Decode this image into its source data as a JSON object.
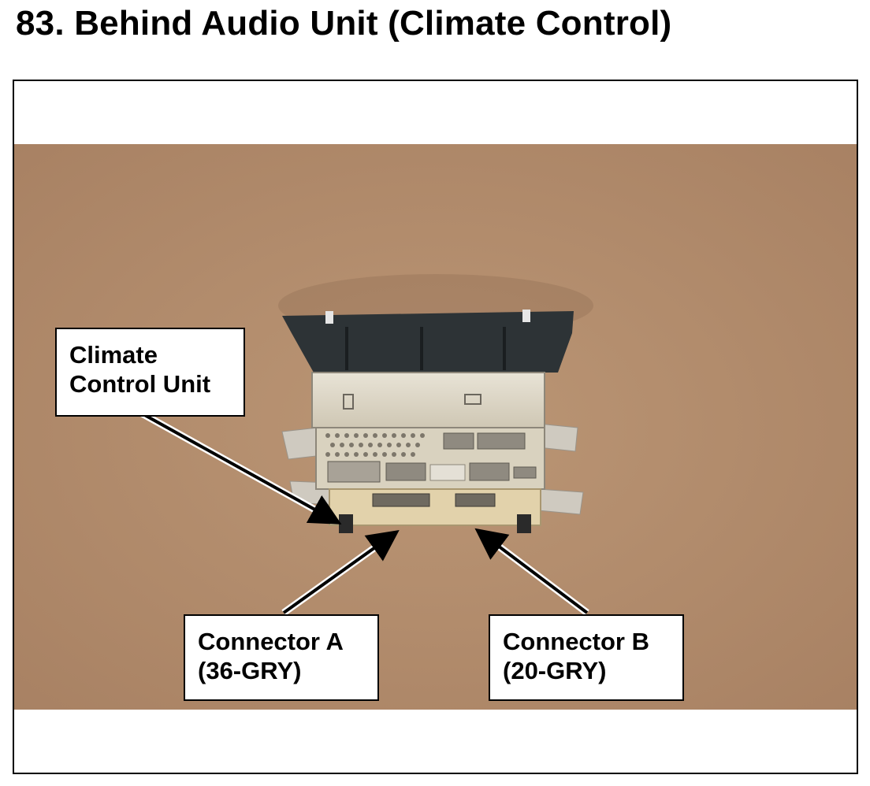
{
  "title": "83.  Behind Audio Unit (Climate Control)",
  "labels": {
    "climate_control_unit": [
      "Climate",
      "Control Unit"
    ],
    "connector_a": [
      "Connector A",
      "(36-GRY)"
    ],
    "connector_b": [
      "Connector B",
      "(20-GRY)"
    ]
  },
  "colors": {
    "background_tan": "#b38c6c",
    "unit_body": "#dcd6c6",
    "bezel": "#2d3336",
    "arrow": "#000000"
  }
}
